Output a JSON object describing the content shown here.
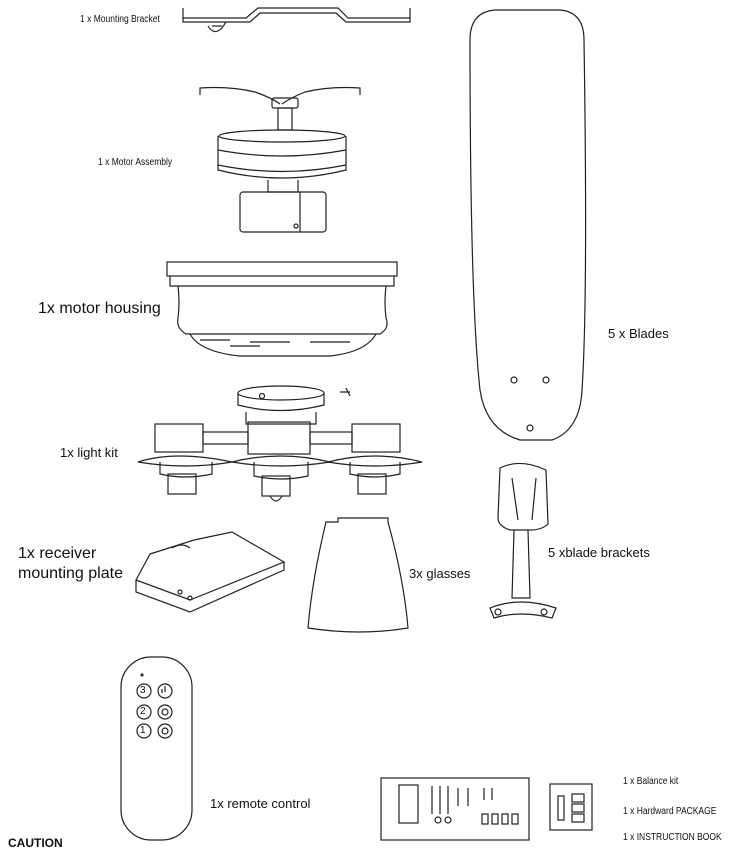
{
  "parts": {
    "mounting_bracket": "1 x Mounting Bracket",
    "motor_assembly": "1 x Motor Assembly",
    "motor_housing": "1x motor housing",
    "light_kit": "1x light kit",
    "receiver_plate_line1": "1x receiver",
    "receiver_plate_line2": "mounting plate",
    "glasses": "3x glasses",
    "blades": "5 x Blades",
    "blade_brackets": "5 xblade brackets",
    "remote_control": "1x remote control",
    "balance_kit": "1 x Balance kit",
    "hardware_package": "1 x Hardward PACKAGE",
    "instruction_book": "1 x INSTRUCTION BOOK"
  },
  "remote_buttons": [
    "3",
    "2",
    "1"
  ],
  "caution": "CAUTION"
}
